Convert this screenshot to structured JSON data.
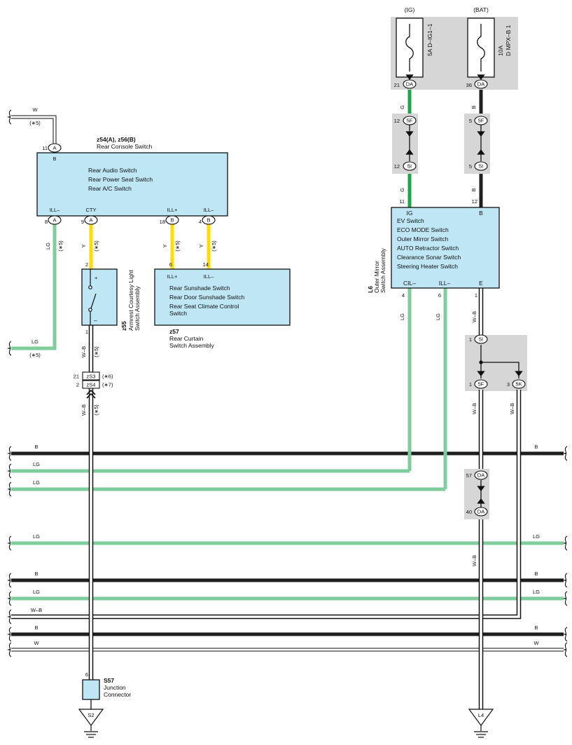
{
  "colors": {
    "LG": "#7fcc9c",
    "G": "#18a84c",
    "B": "#1e1e1e",
    "Y": "#ffdd00",
    "W": "#9a9a9a",
    "box_fill": "#bfe6f5",
    "connector_bg": "#d6d6d6"
  },
  "power": {
    "ig_label": "(IG)",
    "bat_label": "(BAT)",
    "fuse1": "5A D–IG1–1",
    "fuse2_amp": "10A",
    "fuse2_name": "D MPX–B 1",
    "pin_21": "21",
    "pin_36": "36",
    "da": "DA"
  },
  "console": {
    "ref": "z54(A), z56(B)",
    "name": "Rear Console Switch",
    "pin_top": "11",
    "conn_top": "A",
    "term_top": "B",
    "functions": [
      "Rear Audio Switch",
      "Rear Power Seat Switch",
      "Rear A/C Switch"
    ],
    "terminals": [
      "ILL–",
      "CTY",
      "ILL+",
      "ILL–"
    ],
    "pins": [
      "8",
      "9",
      "18",
      "4"
    ],
    "conns": [
      "A",
      "A",
      "B",
      "B"
    ]
  },
  "armrest": {
    "ref": "z55",
    "name": "Armrest Courtesy Light Switch Assembly",
    "pin_top": "2",
    "pin_bottom": "1",
    "plus": "+",
    "minus": "–"
  },
  "curtain": {
    "ref": "z57",
    "name_line1": "Rear Curtain",
    "name_line2": "Switch Assembly",
    "pins": [
      "6",
      "14"
    ],
    "terms": [
      "ILL+",
      "ILL–"
    ],
    "functions": [
      "Rear Sunshade Switch",
      "Rear Door Sunshade Switch",
      "Rear Seat Climate Control",
      "Switch"
    ]
  },
  "mirror": {
    "ref": "L6",
    "name_line1": "Outer Mirror",
    "name_line2": "Switch Assembly",
    "top_pins": [
      "11",
      "12"
    ],
    "top_terms": [
      "IG",
      "B"
    ],
    "functions": [
      "EV Switch",
      "ECO MODE Switch",
      "Outer Mirror Switch",
      "AUTO Retractor Switch",
      "Clearance Sonar Switch",
      "Steering Heater Switch"
    ],
    "bottom_terms": [
      "CIL–",
      "ILL–",
      "E"
    ],
    "bottom_pins": [
      "4",
      "6",
      "1"
    ]
  },
  "connectors": {
    "5F": "5F",
    "5I": "5I",
    "5K": "5K",
    "zS3": "zS3",
    "zS4": "zS4",
    "pin_12": "12",
    "pin_5": "5",
    "pin_1": "1",
    "pin_3": "3",
    "pin_21": "21",
    "pin_2": "2",
    "pin_57": "57",
    "pin_40": "40"
  },
  "notes": {
    "n5": "(∗5)",
    "n6": "(∗6)",
    "n7": "(∗7)"
  },
  "wire_labels": {
    "W": "W",
    "LG": "LG",
    "Y": "Y",
    "G": "G",
    "B": "B",
    "WB": "W–B"
  },
  "junction": {
    "ref": "S57",
    "name_line1": "Junction",
    "name_line2": "Connector",
    "pin": "6"
  },
  "grounds": [
    "S2",
    "L4"
  ]
}
